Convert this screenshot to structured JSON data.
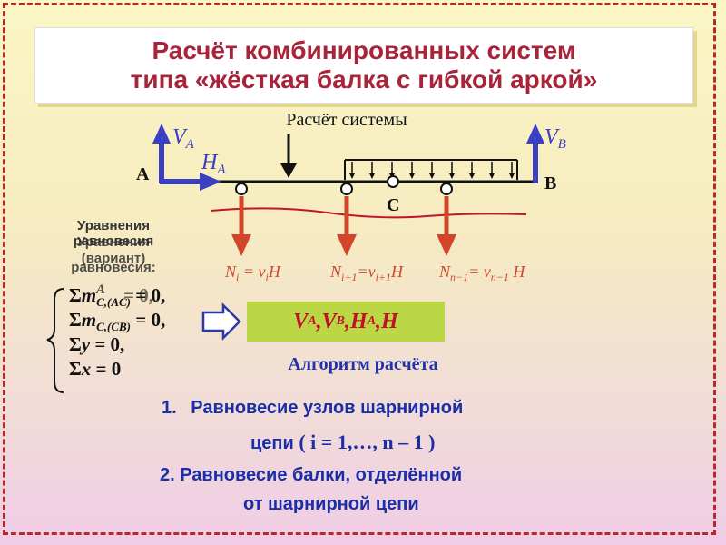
{
  "title": {
    "line1": "Расчёт комбинированных систем",
    "line2": "типа «жёсткая балка с гибкой аркой»"
  },
  "diagram": {
    "label": "Расчёт системы",
    "support_a": "A",
    "support_b": "B",
    "point_c": "C",
    "va": "V",
    "va_sub": "A",
    "vb": "V",
    "vb_sub": "B",
    "ha": "H",
    "ha_sub": "A",
    "hanger_forces": [
      {
        "main": "N",
        "sub": "i",
        "eq": " = ν",
        "eq_sub": "i",
        "tail": "H"
      },
      {
        "main": "N",
        "sub": "i+1",
        "eq": "=ν",
        "eq_sub": "i+1",
        "tail": "H"
      },
      {
        "main": "N",
        "sub": "n−1",
        "eq": "= ν",
        "eq_sub": "n−1",
        "tail": " H"
      }
    ],
    "colors": {
      "beam": "#111111",
      "reaction": "#3a3fc4",
      "hanger": "#d3452b",
      "cable": "#c0142a"
    }
  },
  "equations_label": {
    "line1": "Уравнения",
    "line2": "равновесия",
    "overlap1": "Уравнения",
    "overlap2": "(вариант)",
    "overlap3": "равновесия:"
  },
  "equations": [
    {
      "lead": "Σ",
      "var": "m",
      "sub": "C,(AC)",
      "tail": " = 0,",
      "ghost": "A",
      "ghost_tail": " = 0,"
    },
    {
      "lead": "Σ",
      "var": "m",
      "sub": "C,(CB)",
      "tail": " = 0,"
    },
    {
      "lead": "Σ",
      "var": "y",
      "sub": "",
      "tail": " = 0,"
    },
    {
      "lead": "Σ",
      "var": "x",
      "sub": "",
      "tail": " = 0"
    }
  ],
  "result": {
    "parts": [
      {
        "v": "V",
        "s": "A",
        "sep": " , "
      },
      {
        "v": "V",
        "s": "B",
        "sep": " , "
      },
      {
        "v": "H",
        "s": "A",
        "sep": " , "
      },
      {
        "v": "H",
        "s": "",
        "sep": ""
      }
    ],
    "color": "#c0102a",
    "bg": "#bcd746"
  },
  "algorithm": {
    "title": "Алгоритм расчёта",
    "step1_num": "1.",
    "step1_line1": "Равновесие узлов шарнирной",
    "step1_line2": "цепи",
    "step1_math": "( i = 1,…, n – 1 )",
    "step2": "2. Равновесие балки, отделённой",
    "step2_line2": "от шарнирной цепи"
  }
}
